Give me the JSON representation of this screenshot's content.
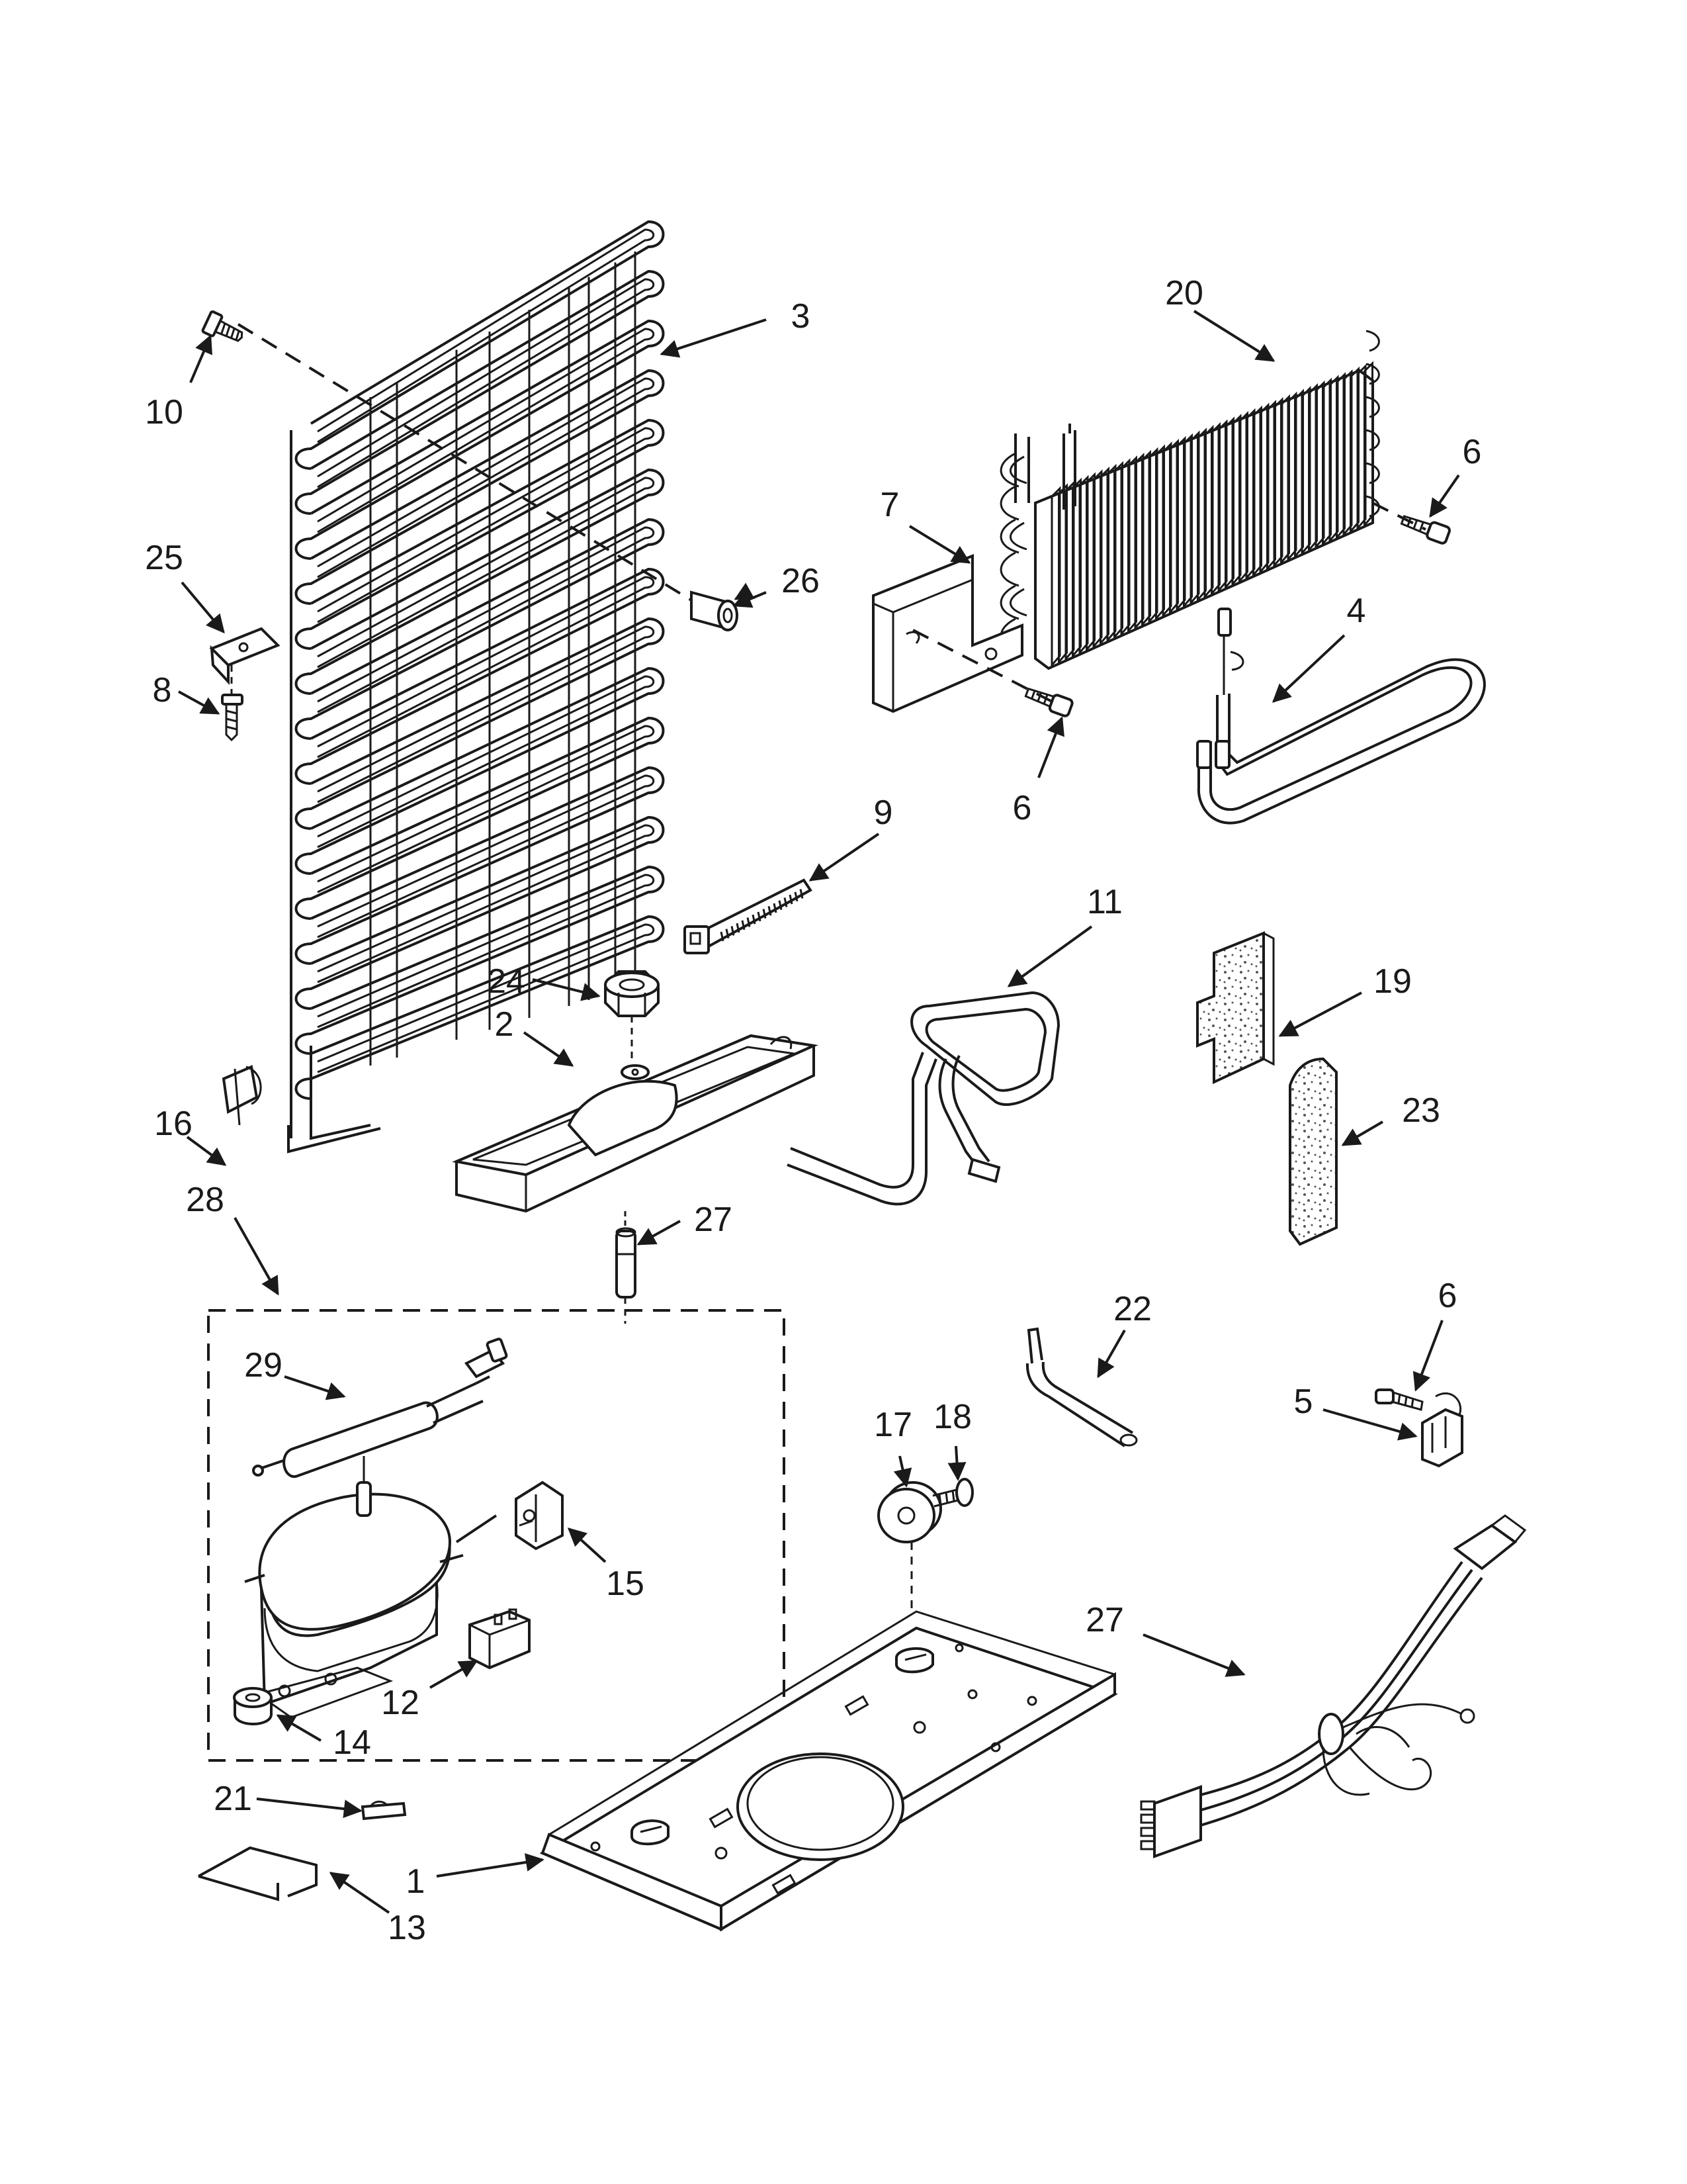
{
  "diagram": {
    "parts": [
      {
        "id": "p1",
        "label": "1",
        "name": "base"
      },
      {
        "id": "p2",
        "label": "2",
        "name": "drain-pan"
      },
      {
        "id": "p3",
        "label": "3",
        "name": "condenser"
      },
      {
        "id": "p4",
        "label": "4",
        "name": "defrost-heater"
      },
      {
        "id": "p5",
        "label": "5",
        "name": "clamp"
      },
      {
        "id": "p6a",
        "label": "6",
        "name": "screw"
      },
      {
        "id": "p6b",
        "label": "6",
        "name": "screw"
      },
      {
        "id": "p6c",
        "label": "6",
        "name": "screw"
      },
      {
        "id": "p7",
        "label": "7",
        "name": "evaporator-bracket"
      },
      {
        "id": "p8",
        "label": "8",
        "name": "screw"
      },
      {
        "id": "p9",
        "label": "9",
        "name": "cable-tie"
      },
      {
        "id": "p10",
        "label": "10",
        "name": "screw"
      },
      {
        "id": "p11",
        "label": "11",
        "name": "tube-assembly"
      },
      {
        "id": "p12",
        "label": "12",
        "name": "relay"
      },
      {
        "id": "p13",
        "label": "13",
        "name": "wire-clip"
      },
      {
        "id": "p14",
        "label": "14",
        "name": "grommet"
      },
      {
        "id": "p15",
        "label": "15",
        "name": "overload"
      },
      {
        "id": "p16",
        "label": "16",
        "name": "clip"
      },
      {
        "id": "p17",
        "label": "17",
        "name": "roller"
      },
      {
        "id": "p18",
        "label": "18",
        "name": "screw"
      },
      {
        "id": "p19",
        "label": "19",
        "name": "insulation"
      },
      {
        "id": "p20",
        "label": "20",
        "name": "evaporator"
      },
      {
        "id": "p21",
        "label": "21",
        "name": "clip"
      },
      {
        "id": "p22",
        "label": "22",
        "name": "tube"
      },
      {
        "id": "p23",
        "label": "23",
        "name": "insulation"
      },
      {
        "id": "p24",
        "label": "24",
        "name": "nut"
      },
      {
        "id": "p25",
        "label": "25",
        "name": "bracket"
      },
      {
        "id": "p26",
        "label": "26",
        "name": "spacer"
      },
      {
        "id": "p27a",
        "label": "27",
        "name": "tube"
      },
      {
        "id": "p27b",
        "label": "27",
        "name": "wire-harness"
      },
      {
        "id": "p28",
        "label": "28",
        "name": "compressor-kit"
      },
      {
        "id": "p29",
        "label": "29",
        "name": "drier"
      }
    ]
  }
}
